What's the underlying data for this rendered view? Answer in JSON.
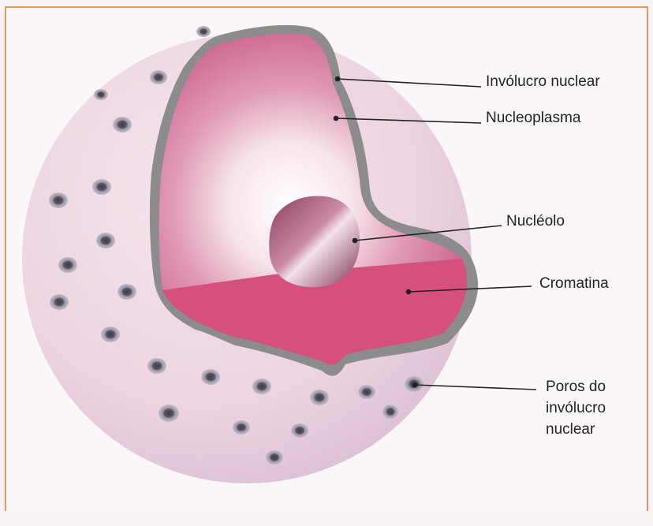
{
  "labels": {
    "envelope": "Invólucro nuclear",
    "nucleoplasm": "Nucleoplasma",
    "nucleolus": "Nucléolo",
    "chromatin": "Cromatina",
    "pores_line1": "Poros do",
    "pores_line2": "invólucro",
    "pores_line3": "nuclear"
  },
  "colors": {
    "sphere": "#ecd3df",
    "envelope": "#8c8c8c",
    "nucleoplasm": "#d16a92",
    "chromatin": "#d5507e",
    "nucleolus": "#a04a6c",
    "frame_border": "#d99a6a"
  }
}
